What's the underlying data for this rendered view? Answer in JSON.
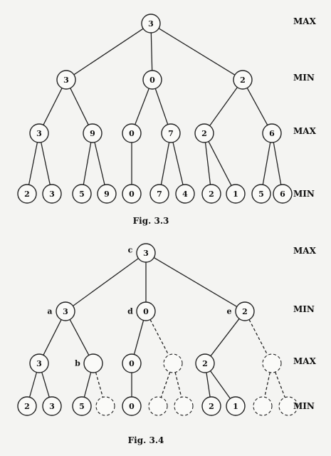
{
  "figures": [
    {
      "caption": "Fig. 3.3",
      "level_labels": [
        "MAX",
        "MIN",
        "MAX",
        "MIN"
      ],
      "tree": {
        "value": "3",
        "children": [
          {
            "value": "3",
            "children": [
              {
                "value": "3",
                "children": [
                  {
                    "value": "2"
                  },
                  {
                    "value": "3"
                  }
                ]
              },
              {
                "value": "9",
                "children": [
                  {
                    "value": "5"
                  },
                  {
                    "value": "9"
                  }
                ]
              }
            ]
          },
          {
            "value": "0",
            "children": [
              {
                "value": "0",
                "children": [
                  {
                    "value": "0"
                  }
                ]
              },
              {
                "value": "7",
                "children": [
                  {
                    "value": "7"
                  },
                  {
                    "value": "4"
                  }
                ]
              }
            ]
          },
          {
            "value": "2",
            "children": [
              {
                "value": "2",
                "children": [
                  {
                    "value": "2"
                  },
                  {
                    "value": "1"
                  }
                ]
              },
              {
                "value": "6",
                "children": [
                  {
                    "value": "5"
                  },
                  {
                    "value": "6"
                  }
                ]
              }
            ]
          }
        ]
      }
    },
    {
      "caption": "Fig. 3.4",
      "level_labels": [
        "MAX",
        "MIN",
        "MAX",
        "MIN"
      ],
      "tree": {
        "value": "3",
        "label": "c",
        "children": [
          {
            "value": "3",
            "label": "a",
            "children": [
              {
                "value": "3",
                "children": [
                  {
                    "value": "2"
                  },
                  {
                    "value": "3"
                  }
                ]
              },
              {
                "value": "",
                "label": "b",
                "children": [
                  {
                    "value": "5"
                  },
                  {
                    "value": "",
                    "pruned": true
                  }
                ]
              }
            ]
          },
          {
            "value": "0",
            "label": "d",
            "children": [
              {
                "value": "0",
                "children": [
                  {
                    "value": "0"
                  }
                ]
              },
              {
                "value": "",
                "pruned": true,
                "children": [
                  {
                    "value": "",
                    "pruned": true
                  },
                  {
                    "value": "",
                    "pruned": true
                  }
                ]
              }
            ]
          },
          {
            "value": "2",
            "label": "e",
            "children": [
              {
                "value": "2",
                "children": [
                  {
                    "value": "2"
                  },
                  {
                    "value": "1"
                  }
                ]
              },
              {
                "value": "",
                "pruned": true,
                "children": [
                  {
                    "value": "",
                    "pruned": true
                  },
                  {
                    "value": "",
                    "pruned": true
                  }
                ]
              }
            ]
          }
        ]
      }
    }
  ]
}
